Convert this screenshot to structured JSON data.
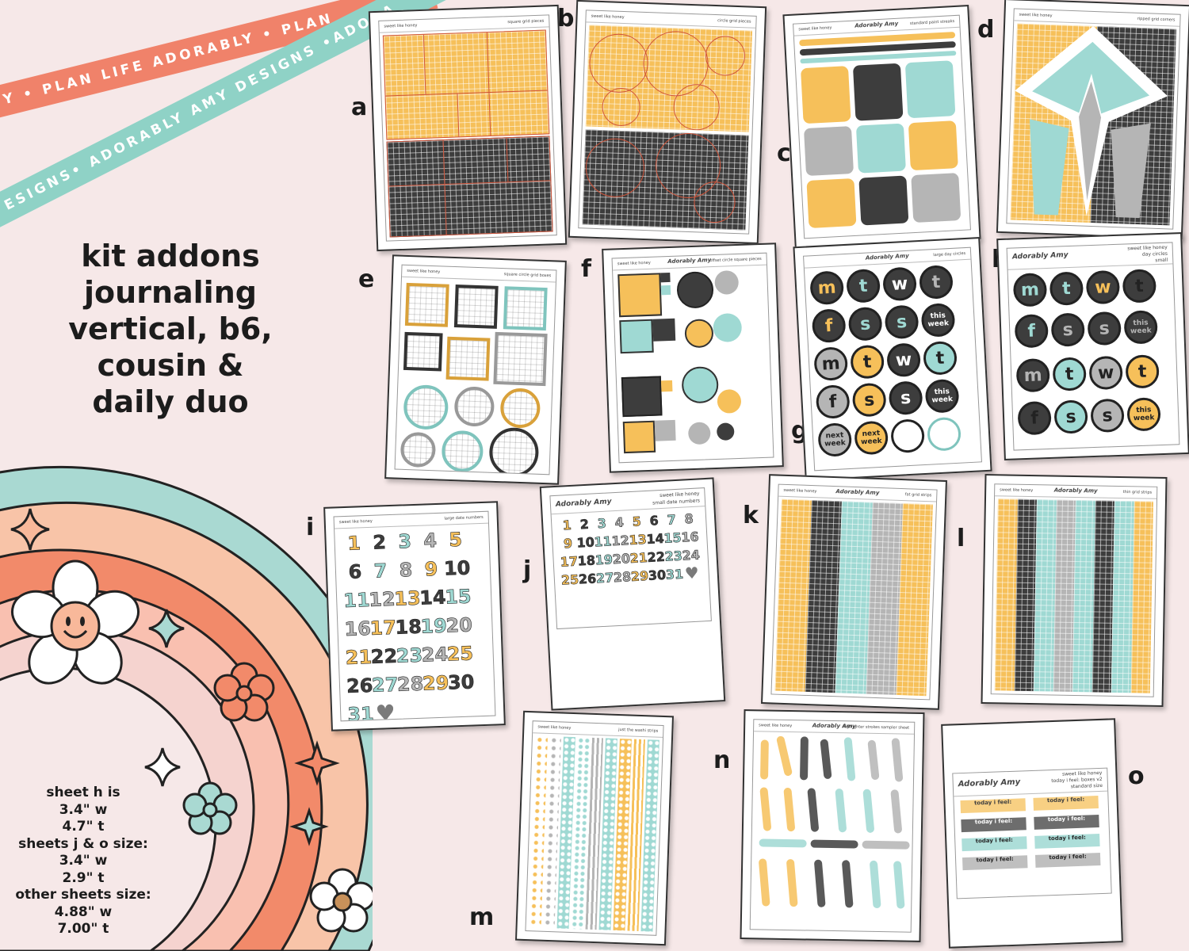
{
  "ribbons": {
    "coral_text": "Y • PLAN LIFE ADORABLY • PLAN",
    "mint_text": "ESIGNS• ADORABLY AMY DESIGNS •ADORA"
  },
  "title_lines": [
    "kit addons",
    "journaling",
    "vertical, b6,",
    "cousin &",
    "daily duo"
  ],
  "size_lines": [
    "sheet h is",
    "3.4\" w",
    "4.7\" t",
    "sheets j & o size:",
    "3.4\" w",
    "2.9\" t",
    "other sheets size:",
    "4.88\" w",
    "7.00\" t"
  ],
  "letters": [
    "a",
    "b",
    "c",
    "d",
    "e",
    "f",
    "g",
    "h",
    "i",
    "j",
    "k",
    "l",
    "m",
    "n",
    "o"
  ],
  "header": {
    "kit_name": "sweet like honey",
    "brand": "Adorably Amy",
    "a": "square grid pieces",
    "b": "circle grid pieces",
    "c": "standard paint streaks",
    "d": "ripped grid corners",
    "e": "square circle grid boxes",
    "f": "offset circle square pieces",
    "g": "large day circles",
    "h_title": "sweet like honey",
    "h_sub1": "day circles",
    "h_sub2": "small",
    "i": "large date numbers",
    "j_title": "sweet like honey",
    "j_sub": "small date numbers",
    "k": "fat grid strips",
    "l": "thin grid strips",
    "m": "just the washi strips",
    "n": "highlighter strokes sampler sheet",
    "o_title": "sweet like honey",
    "o_sub1": "today i feel: boxes v2",
    "o_sub2": "standard size"
  },
  "day_labels_g": [
    "m",
    "t",
    "w",
    "t",
    "f",
    "s",
    "s",
    "this week",
    "m",
    "t",
    "w",
    "t",
    "f",
    "s",
    "s",
    "this week",
    "next week",
    "next week"
  ],
  "day_labels_h": [
    "m",
    "t",
    "w",
    "t",
    "f",
    "s",
    "s",
    "this week",
    "m",
    "t",
    "w",
    "t",
    "f",
    "s",
    "s",
    "this week"
  ],
  "date_numbers": [
    "1",
    "2",
    "3",
    "4",
    "5",
    "6",
    "7",
    "8",
    "9",
    "10",
    "11",
    "12",
    "13",
    "14",
    "15",
    "16",
    "17",
    "18",
    "19",
    "20",
    "21",
    "22",
    "23",
    "24",
    "25",
    "26",
    "27",
    "28",
    "29",
    "30",
    "31"
  ],
  "feel_label": "today i feel:",
  "colors": {
    "yellow": "#f6c05a",
    "charcoal": "#3d3d3d",
    "mint": "#9fd9d3",
    "gray": "#b5b5b5",
    "coral": "#f0826a",
    "peach": "#f8b89a",
    "pink": "#f4cfc8",
    "background": "#f6e8e8"
  },
  "icons": [
    "smiley-flower-icon",
    "flower-icon",
    "sparkle-icon",
    "star-icon",
    "heart-icon"
  ]
}
